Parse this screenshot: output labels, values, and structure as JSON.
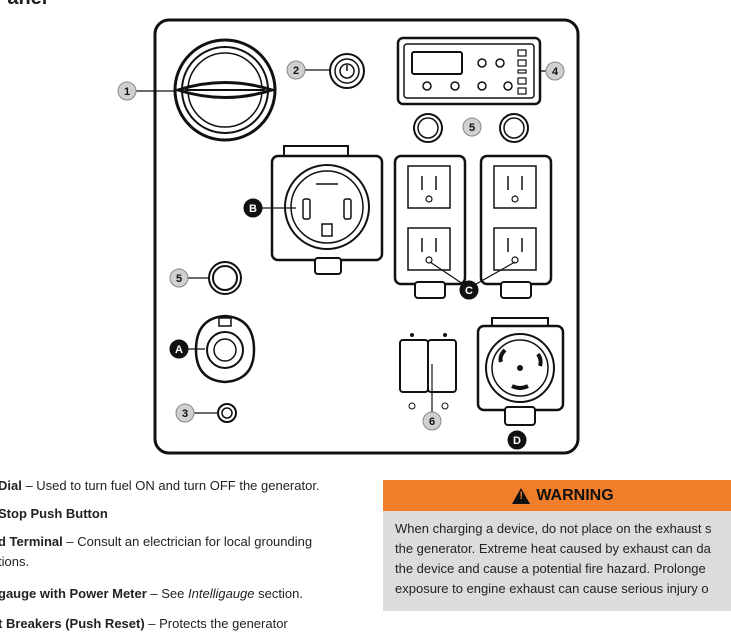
{
  "heading": "Panel",
  "callouts": [
    "1",
    "2",
    "3",
    "4",
    "5",
    "5",
    "6",
    "A",
    "B",
    "C",
    "D"
  ],
  "items": [
    {
      "bold": "Dial",
      "rest": " – Used to turn fuel ON and turn OFF the generator."
    },
    {
      "bold": "Stop Push Button",
      "rest": ""
    },
    {
      "bold": "d Terminal",
      "rest": " – Consult an electrician for local grounding"
    },
    {
      "bold": "",
      "rest": "tions."
    },
    {
      "bold": "gauge with Power Meter",
      "rest": " – See ",
      "ital": "Intelligauge",
      "rest2": " section."
    },
    {
      "bold": "t Breakers (Push Reset)",
      "rest": " – Protects the generator"
    }
  ],
  "warning": {
    "title": "WARNING",
    "lines": [
      "When charging a device, do not place on the exhaust s",
      "the generator. Extreme heat caused by exhaust can da",
      "the device and cause a potential fire hazard. Prolonge",
      "exposure to engine exhaust can cause serious injury o"
    ]
  }
}
